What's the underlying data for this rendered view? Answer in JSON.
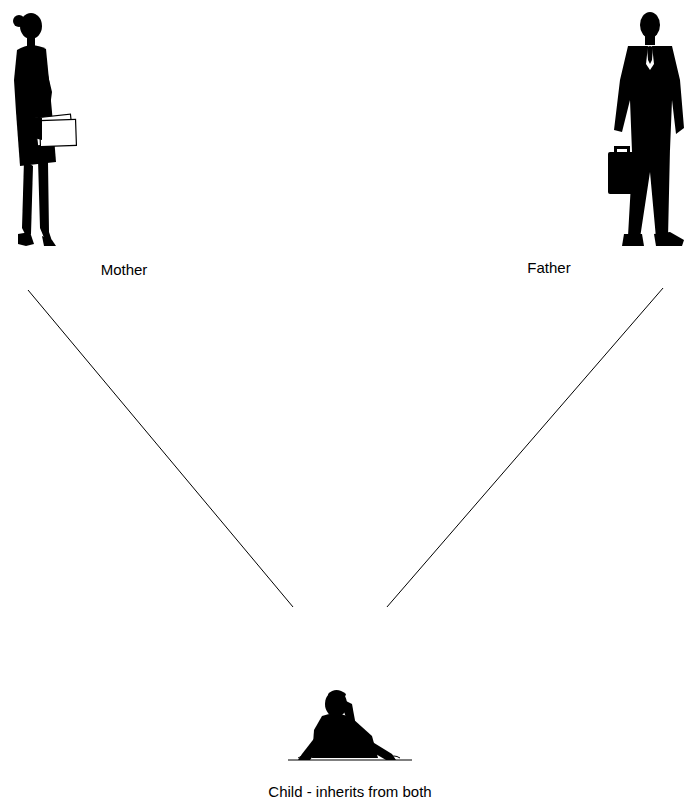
{
  "diagram": {
    "nodes": [
      {
        "text": [
          "Mother"
        ]
      },
      {
        "text": [
          "Father"
        ]
      },
      {
        "text": [
          "Child - inherits from both"
        ]
      }
    ],
    "edges": [
      {
        "from": 0,
        "to": 2,
        "arrow": "none"
      },
      {
        "from": 1,
        "to": 2,
        "arrow": "none"
      }
    ]
  }
}
